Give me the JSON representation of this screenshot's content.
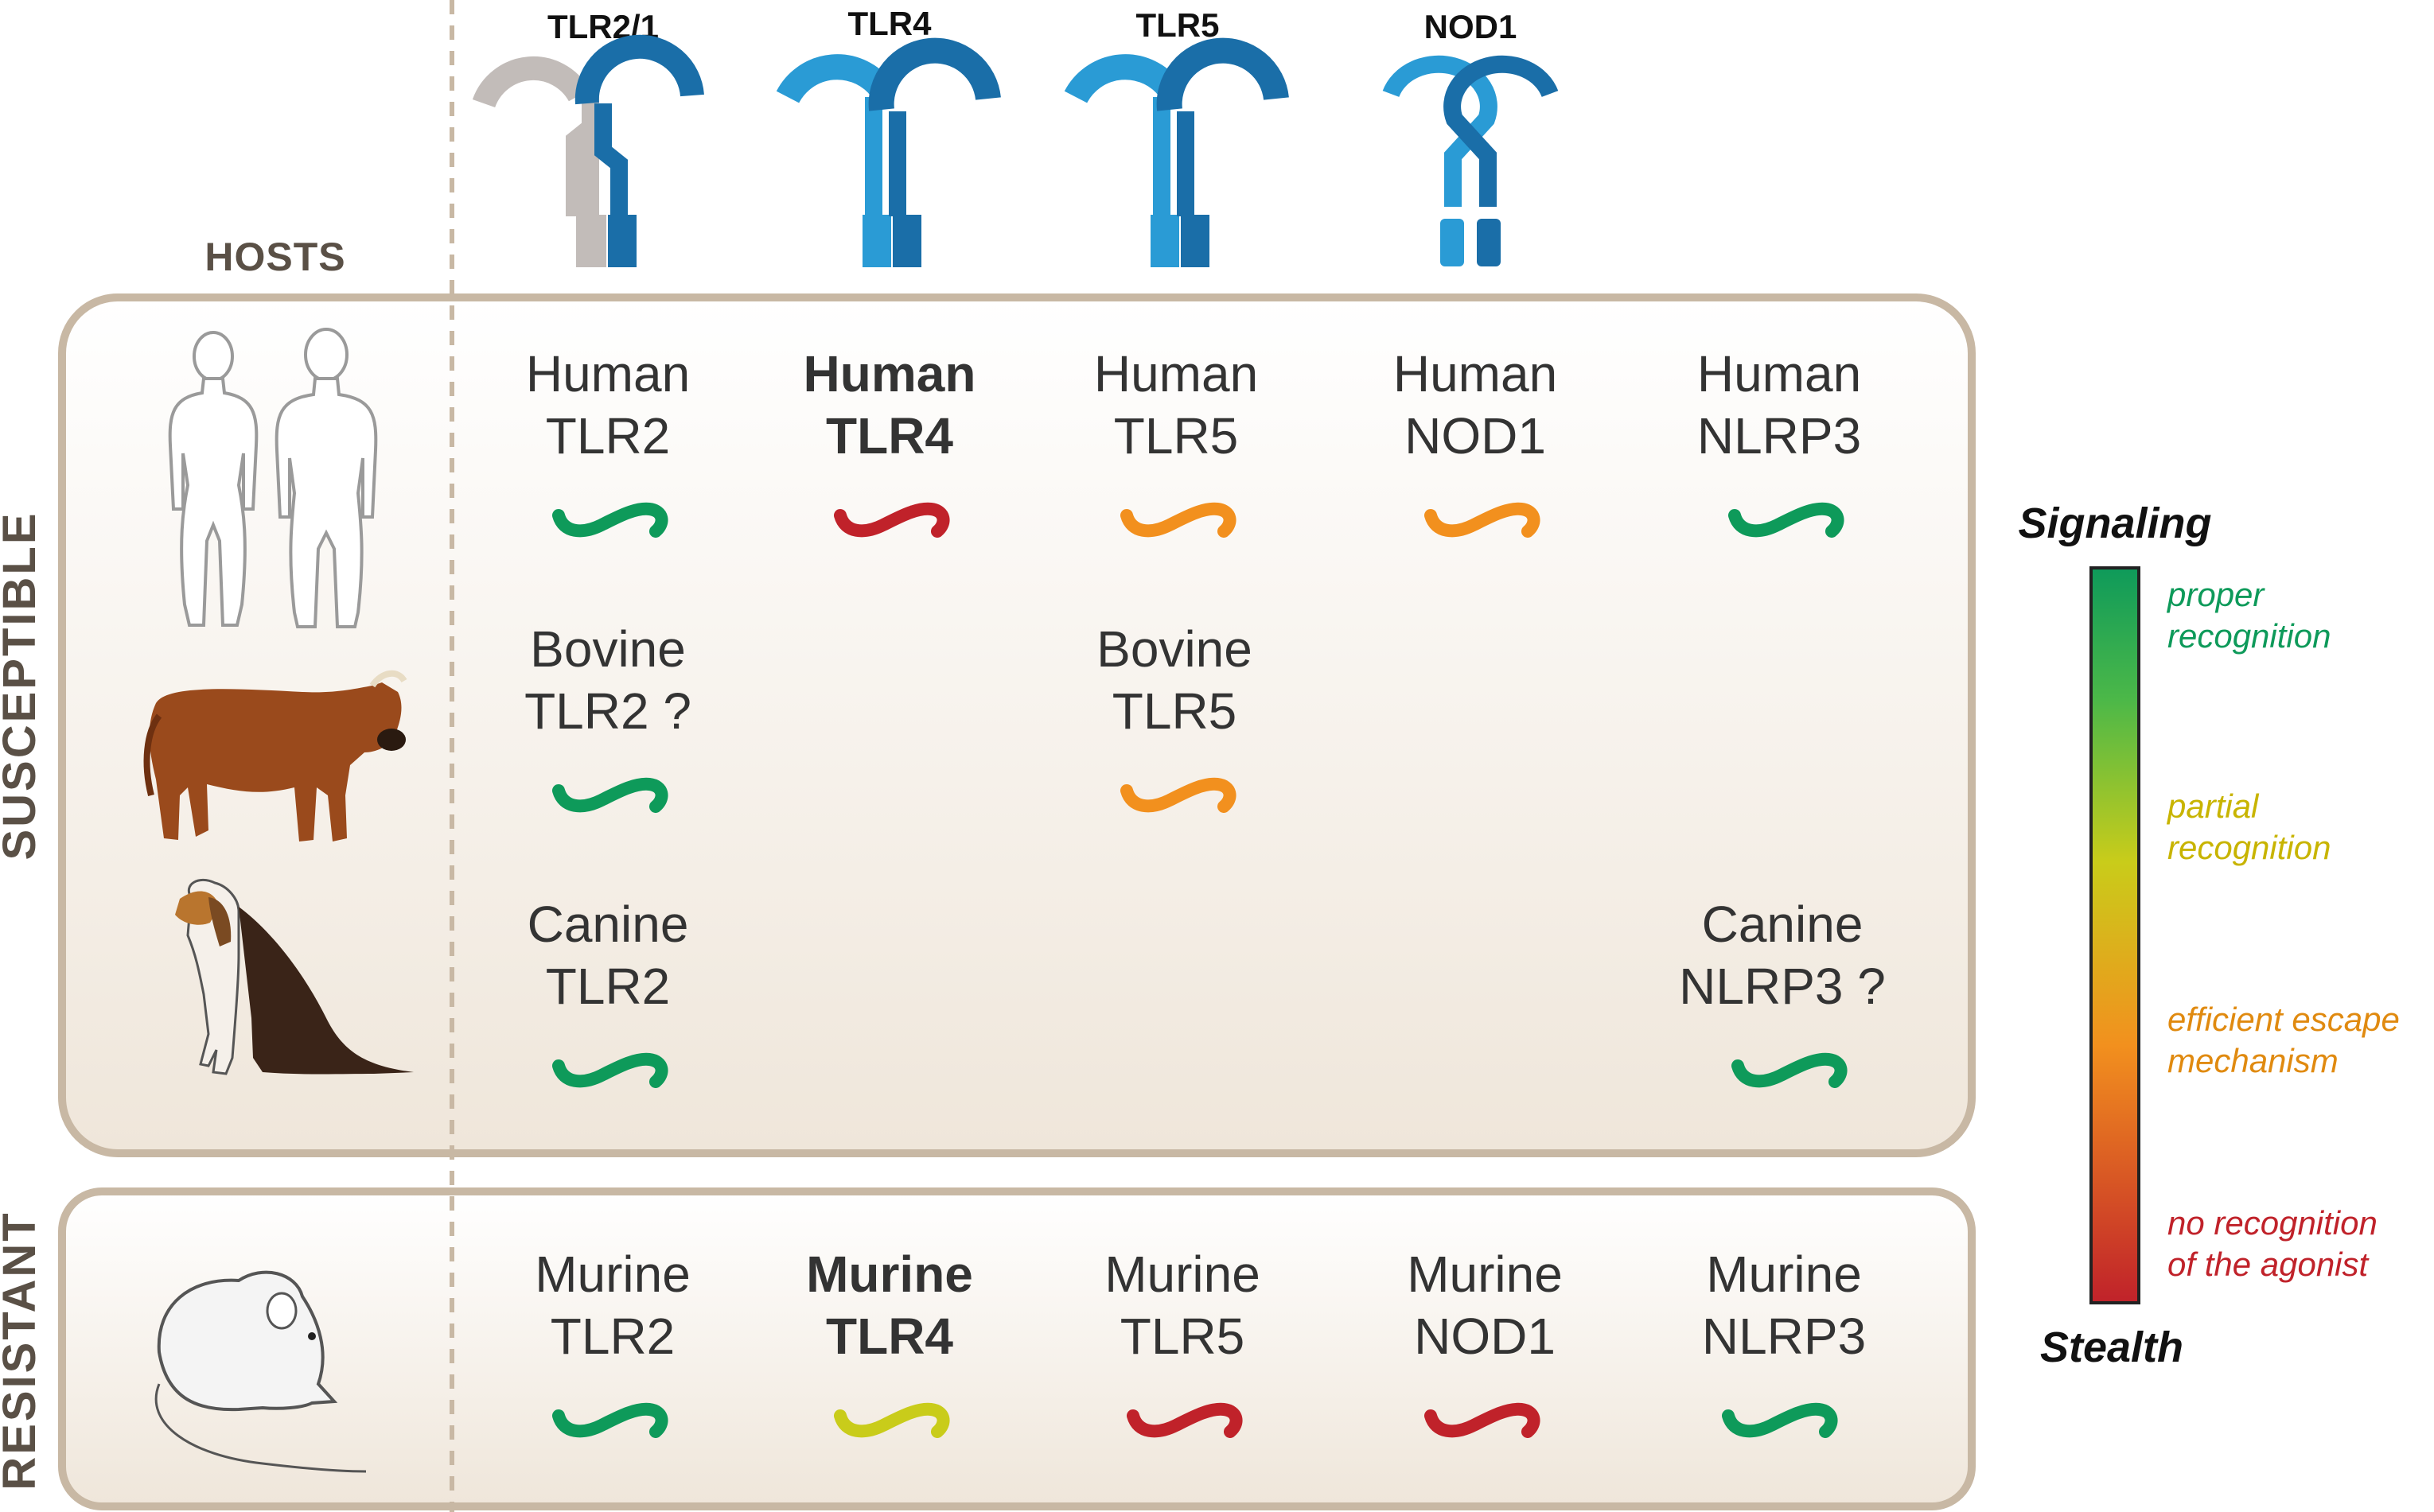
{
  "hosts_label": "HOSTS",
  "receptors": [
    "TLR2/1",
    "TLR4",
    "TLR5",
    "NOD1"
  ],
  "groups": {
    "susceptible": "SUSCEPTIBLE",
    "resistant": "RESISTANT"
  },
  "rows": [
    {
      "host": "human",
      "group": "susceptible",
      "cells": [
        {
          "line1": "Human",
          "line2": "TLR2",
          "bold": false,
          "status": "proper"
        },
        {
          "line1": "Human",
          "line2": "TLR4",
          "bold": true,
          "status": "none"
        },
        {
          "line1": "Human",
          "line2": "TLR5",
          "bold": false,
          "status": "escape"
        },
        {
          "line1": "Human",
          "line2": "NOD1",
          "bold": false,
          "status": "escape"
        },
        {
          "line1": "Human",
          "line2": "NLRP3",
          "bold": false,
          "status": "proper"
        }
      ]
    },
    {
      "host": "bovine",
      "group": "susceptible",
      "cells": [
        {
          "line1": "Bovine",
          "line2": "TLR2 ?",
          "bold": false,
          "status": "proper"
        },
        null,
        {
          "line1": "Bovine",
          "line2": "TLR5",
          "bold": false,
          "status": "escape"
        },
        null,
        null
      ]
    },
    {
      "host": "canine",
      "group": "susceptible",
      "cells": [
        {
          "line1": "Canine",
          "line2": "TLR2",
          "bold": false,
          "status": "proper"
        },
        null,
        null,
        null,
        {
          "line1": "Canine",
          "line2": "NLRP3 ?",
          "bold": false,
          "status": "proper"
        }
      ]
    },
    {
      "host": "murine",
      "group": "resistant",
      "cells": [
        {
          "line1": "Murine",
          "line2": "TLR2",
          "bold": false,
          "status": "proper"
        },
        {
          "line1": "Murine",
          "line2": "TLR4",
          "bold": true,
          "status": "partial"
        },
        {
          "line1": "Murine",
          "line2": "TLR5",
          "bold": false,
          "status": "none"
        },
        {
          "line1": "Murine",
          "line2": "NOD1",
          "bold": false,
          "status": "none"
        },
        {
          "line1": "Murine",
          "line2": "NLRP3",
          "bold": false,
          "status": "proper"
        }
      ]
    }
  ],
  "legend": {
    "top_label": "Signaling",
    "bottom_label": "Stealth",
    "items": [
      {
        "line1": "proper",
        "line2": "recognition",
        "status": "proper"
      },
      {
        "line1": "partial",
        "line2": "recognition",
        "status": "partial"
      },
      {
        "line1": "efficient escape",
        "line2": "mechanism",
        "status": "escape"
      },
      {
        "line1": "no recognition",
        "line2": "of the agonist",
        "status": "none"
      }
    ]
  },
  "status_colors": {
    "proper": "#0e9a5a",
    "partial": "#c9cc1a",
    "escape": "#f2901e",
    "none": "#c0222a",
    "legend_proper_text": "#0e9a5a",
    "legend_partial_text": "#c8b400",
    "legend_escape_text": "#e08a10",
    "legend_none_text": "#c0222a"
  },
  "receptor_colors": {
    "light_blue": "#2a9bd5",
    "dark_blue": "#1a6ea8",
    "grey": "#c2bcb9"
  }
}
